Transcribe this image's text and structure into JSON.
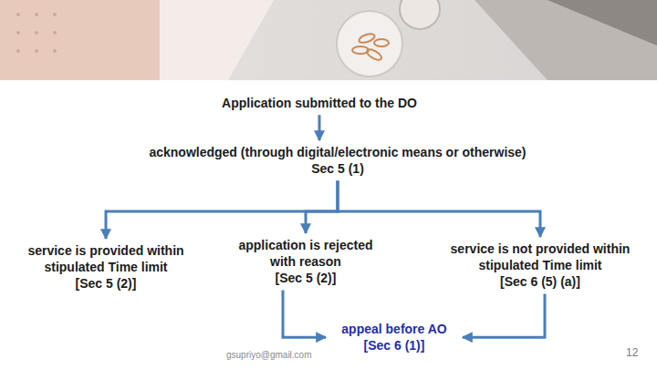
{
  "diagram": {
    "nodes": [
      {
        "text": [
          "Application submitted to the DO"
        ]
      },
      {
        "text": [
          "acknowledged (through digital/electronic means or otherwise)",
          "Sec 5 (1)"
        ]
      },
      {
        "text": [
          "service is provided within stipulated Time limit",
          "[Sec 5 (2)]"
        ]
      },
      {
        "text": [
          "application is rejected with reason",
          "[Sec 5 (2)]"
        ]
      },
      {
        "text": [
          "service is not provided within stipulated Time limit",
          "[Sec 6 (5) (a)]"
        ]
      },
      {
        "text": [
          "appeal before AO",
          "[Sec 6 (1)]"
        ]
      }
    ],
    "edges": [
      {
        "from": 0,
        "to": 1,
        "arrow": "to"
      },
      {
        "from": 1,
        "to": 2,
        "arrow": "to"
      },
      {
        "from": 1,
        "to": 3,
        "arrow": "to"
      },
      {
        "from": 1,
        "to": 4,
        "arrow": "to"
      },
      {
        "from": 3,
        "to": 5,
        "arrow": "to"
      },
      {
        "from": 4,
        "to": 5,
        "arrow": "to"
      }
    ],
    "labels": [
      "gsupriyo@gmail.com",
      "12"
    ]
  }
}
